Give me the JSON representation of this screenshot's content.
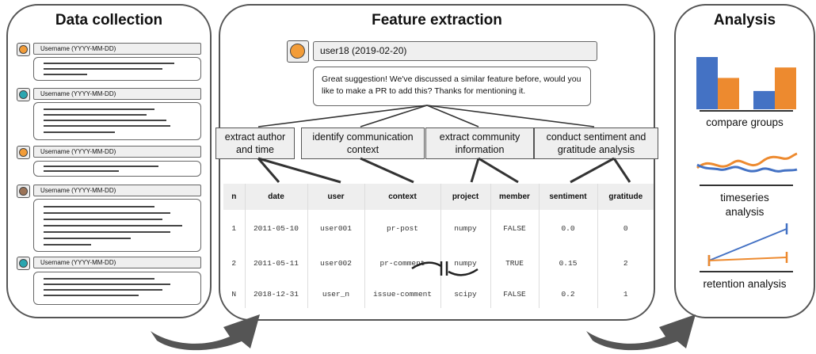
{
  "colors": {
    "orange": "#f29c38",
    "teal": "#2aa6b0",
    "brown": "#9b7357",
    "blue": "#4472c4",
    "orange_chart": "#ed8a2f",
    "panel_border": "#555555",
    "arrow": "#555555"
  },
  "data_collection": {
    "title": "Data collection",
    "entries": [
      {
        "avatar_color": "orange",
        "label": "Username (YYYY-MM-DD)"
      },
      {
        "avatar_color": "teal",
        "label": "Username (YYYY-MM-DD)"
      },
      {
        "avatar_color": "orange",
        "label": "Username (YYYY-MM-DD)"
      },
      {
        "avatar_color": "brown",
        "label": "Username (YYYY-MM-DD)"
      },
      {
        "avatar_color": "teal",
        "label": "Username (YYYY-MM-DD)"
      }
    ]
  },
  "feature_extraction": {
    "title": "Feature extraction",
    "comment": {
      "avatar_color": "orange",
      "header": "user18 (2019-02-20)",
      "text": "Great suggestion! We've discussed a similar feature before, would you like to make a PR to add this? Thanks for mentioning it."
    },
    "steps": [
      {
        "label": "extract author and time"
      },
      {
        "label": "identify communication context"
      },
      {
        "label": "extract community information"
      },
      {
        "label": "conduct sentiment and gratitude analysis"
      }
    ],
    "table": {
      "columns": [
        "n",
        "date",
        "user",
        "context",
        "project",
        "member",
        "sentiment",
        "gratitude"
      ],
      "rows": [
        [
          "1",
          "2011-05-10",
          "user001",
          "pr-post",
          "numpy",
          "FALSE",
          "0.0",
          "0"
        ],
        [
          "2",
          "2011-05-11",
          "user002",
          "pr-comment",
          "numpy",
          "TRUE",
          "0.15",
          "2"
        ],
        [
          "N",
          "2018-12-31",
          "user_n",
          "issue-comment",
          "scipy",
          "FALSE",
          "0.2",
          "1"
        ]
      ]
    }
  },
  "analysis": {
    "title": "Analysis",
    "methods": [
      {
        "label": "compare groups"
      },
      {
        "label": "timeseries analysis"
      },
      {
        "label": "retention analysis"
      }
    ],
    "compare_groups": {
      "groups": [
        {
          "blue": 1.0,
          "orange": 0.6
        },
        {
          "blue": 0.35,
          "orange": 0.8
        }
      ]
    },
    "retention": {
      "blue": {
        "start": 0.0,
        "end": 1.0
      },
      "orange": {
        "start": 0.0,
        "end": 0.1
      }
    }
  }
}
